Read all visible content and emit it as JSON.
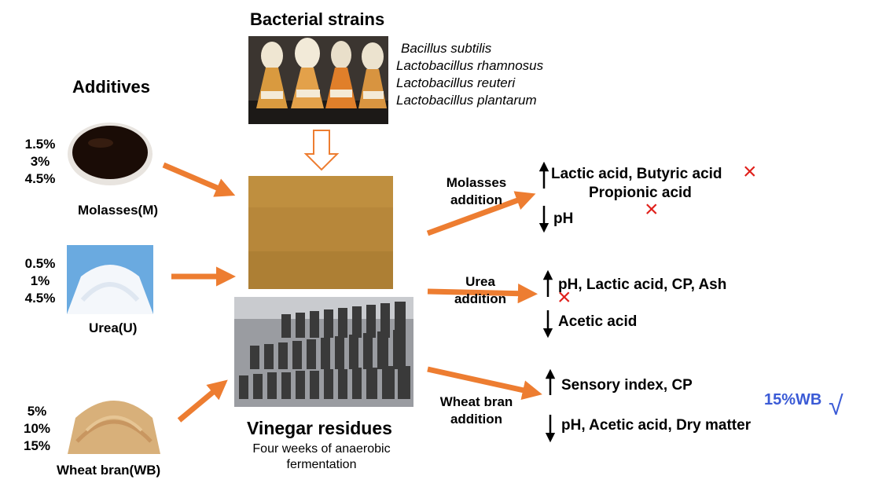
{
  "top": {
    "strains_title": "Bacterial strains",
    "strains": [
      "Bacillus subtilis",
      "Lactobacillus rhamnosus",
      "Lactobacillus reuteri",
      "Lactobacillus plantarum"
    ]
  },
  "additives": {
    "title": "Additives",
    "molasses": {
      "levels": [
        "1.5%",
        "3%",
        "4.5%"
      ],
      "label": "Molasses(M)"
    },
    "urea": {
      "levels": [
        "0.5%",
        "1%",
        "4.5%"
      ],
      "label": "Urea(U)"
    },
    "wheat_bran": {
      "levels": [
        "5%",
        "10%",
        "15%"
      ],
      "label": "Wheat bran(WB)"
    }
  },
  "center": {
    "title": "Vinegar residues",
    "subtitle_line1": "Four weeks of anaerobic",
    "subtitle_line2": "fermentation"
  },
  "results": {
    "molasses": {
      "addition_line1": "Molasses",
      "addition_line2": "addition",
      "up_line1": "Lactic acid, Butyric acid",
      "up_line2": "Propionic acid",
      "down": "pH"
    },
    "urea": {
      "addition_line1": "Urea",
      "addition_line2": "addition",
      "up": "pH, Lactic acid, CP, Ash",
      "down": "Acetic acid"
    },
    "wheat_bran": {
      "addition_line1": "Wheat bran",
      "addition_line2": "addition",
      "up": "Sensory index, CP",
      "down": "pH, Acetic acid, Dry matter"
    },
    "best": "15%WB",
    "best_mark": "√"
  },
  "colors": {
    "arrow_orange": "#ED7D31",
    "cross_red": "#E0201B",
    "best_blue": "#3B5BD6"
  },
  "icons": {
    "cross": "×"
  }
}
